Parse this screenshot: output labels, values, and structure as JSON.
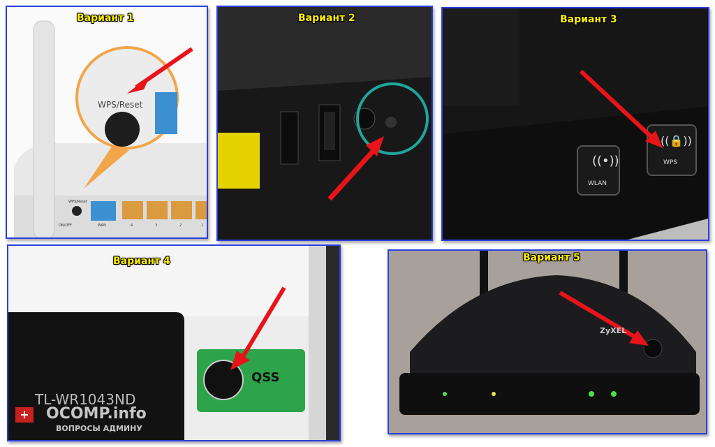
{
  "panels": [
    {
      "label": "Вариант 1",
      "button_text": "WPS/Reset",
      "port_labels": [
        "WPS/Reset",
        "ON/OFF",
        "WAN",
        "4",
        "3",
        "2",
        "1"
      ]
    },
    {
      "label": "Вариант 2"
    },
    {
      "label": "Вариант 3",
      "buttons": [
        "WLAN",
        "WPS"
      ]
    },
    {
      "label": "Вариант 4",
      "model": "TL-WR1043ND",
      "button_text": "QSS"
    },
    {
      "label": "Вариант 5",
      "brand": "ZyXEL"
    }
  ],
  "watermark": {
    "name": "OCOMP.info",
    "tagline": "ВОПРОСЫ АДМИНУ"
  },
  "colors": {
    "frame": "#2b3fe0",
    "label": "#ffef00",
    "arrow": "#e8141a"
  }
}
